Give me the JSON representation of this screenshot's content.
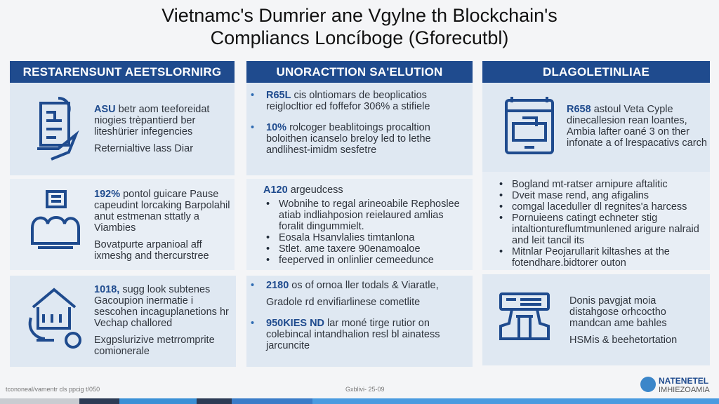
{
  "title": {
    "line1": "Vietnamc's Dumrier ane Vgylne th Blockchain's",
    "line2": "Compliancs Loncíboge (Gforecutbl)"
  },
  "columns": [
    {
      "header": "RESTARENSUNT AEETSLORNIRG",
      "rows": [
        {
          "icon": "document-hand-icon",
          "lead": "ASU",
          "text": "betr aom teeforeidat niogies trèpantierd ber liteshürier infegencies",
          "sub": "Reternialtive lass Diar"
        },
        {
          "icon": "people-group-icon",
          "lead": "192%",
          "text": "pontol guicare Pause capeudint lorcaking Barpolahil anut estmenan sttatly a Viambies",
          "sub": "Bovatpurte arpanioal aff ixmeshg and thercurstree"
        },
        {
          "icon": "house-network-icon",
          "lead": "1018,",
          "text": "sugg look subtenes Gacoupion inermatie i sescohen incaguplanetions hr Vechap challored",
          "sub": "Exgpslurizive metrromprite comionerale"
        }
      ]
    },
    {
      "header": "UNORACTTION SA'ELUTION",
      "rows": [
        {
          "bullets": [
            {
              "lead": "R65L",
              "text": "cis olntiomars de beoplicatios reiglocltior ed foffefor 306% a stifiele"
            },
            {
              "lead": "10%",
              "text": "rolcoger beablitoings procaltion boloithen icanselo breloy led to lethe andlihest-imidm sesfetre"
            }
          ]
        },
        {
          "lead": "A120",
          "text": "argeudcess",
          "bullets": [
            "Wobnihe to regal arineoabile Rephoslee atiab indliahposion reielaured amlias foralit dingummielt.",
            "Eosala Hsanvlalies timtanlona",
            "Stlet. ame taxere 90enamoaloe",
            "feeperved in onlinlier cemeedunce"
          ]
        },
        {
          "bullets": [
            {
              "lead": "2180",
              "text": "os of ornoa ller todals & Viaratle,",
              "sub": "Gradole rd envifiarlinese cometlite"
            },
            {
              "lead": "950KIES ND",
              "text": "lar moné tirge rutior on colebincal intandhalion resl bl ainatess jarcuncite"
            }
          ]
        }
      ]
    },
    {
      "header": "DLAGOLETINLIAE",
      "rows": [
        {
          "icon": "tablet-device-icon",
          "lead": "R658",
          "text": "astoul Veta Cyple dinecallesion rean loantes, Ambia lafter oané 3 on ther infonate a of lrespacativs carch"
        },
        {
          "bullets": [
            "Bogland mt-ratser arnipure aftalitic",
            "Dveit mase rend, ang afigalins",
            "comgal laceduller dl regnites'a harcess",
            "Pornuieens catingt echneter stig intaltiontureflumtmunlened arigure nalraid and leit tancil its",
            "Mitnlar Peojarullarit kiltashes at the fotendhare.bidtorer outon"
          ]
        },
        {
          "icon": "hsm-device-icon",
          "text": "Donis pavgjat moia distahgose orhcoctho mandcan ame bahles",
          "sub": "HSMis & beehetortation"
        }
      ]
    }
  ],
  "footer": {
    "source": "tcononeal/vamentr cls ppcig t/050",
    "center": "Gxblivi- 25-09",
    "logo_line1": "NATENETEL",
    "logo_line2": "IMHIEZOAMIA"
  },
  "colors": {
    "navy": "#1f4b8e",
    "cell": "#dfe8f2"
  }
}
